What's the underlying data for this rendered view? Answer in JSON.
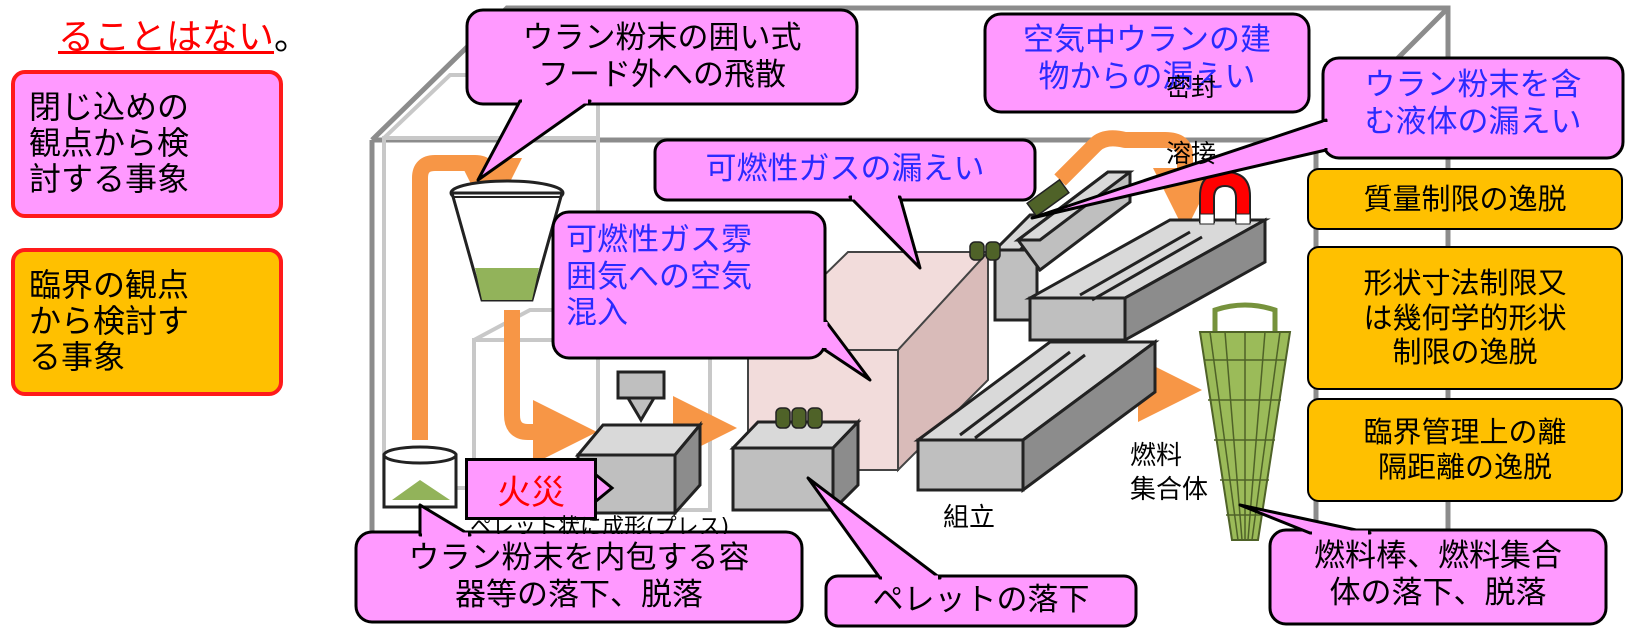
{
  "top_note": {
    "text": "ることはない",
    "punct": "。"
  },
  "legend": {
    "containment": "閉じ込めの\n観点から検\n討する事象",
    "criticality": "臨界の観点\nから検討す\nる事象"
  },
  "callouts": {
    "hood_scatter": "ウラン粉末の囲い式\nフード外への飛散",
    "airborne_leak": "空気中ウランの建\n物からの漏えい",
    "liquid_leak": "ウラン粉末を含\nむ液体の漏えい",
    "gas_leak": "可燃性ガスの漏えい",
    "air_ingress": "可燃性ガス雰\n囲気への空気\n混入",
    "container_drop": "ウラン粉末を内包する容\n器等の落下、脱落",
    "pellet_drop": "ペレットの落下",
    "assembly_drop": "燃料棒、燃料集合\n体の落下、脱落"
  },
  "fire_label": "火災",
  "criticality_events": [
    "質量制限の逸脱",
    "形状寸法制限又\nは幾何学的形状\n制限の逸脱",
    "臨界管理上の離\n隔距離の逸脱"
  ],
  "process_labels": {
    "seal": "密封",
    "weld": "溶接",
    "assembly": "組立",
    "fuel_assembly": "燃料\n集合体",
    "press": "ペレット状に成形(プレス)"
  },
  "colors": {
    "pink": "#ff99ff",
    "orange": "#ffc000",
    "accent_red": "#ff0000",
    "arrow": "#f79646",
    "blue_text": "#2a2aff",
    "equipment_gray": "#bfbfbf"
  }
}
